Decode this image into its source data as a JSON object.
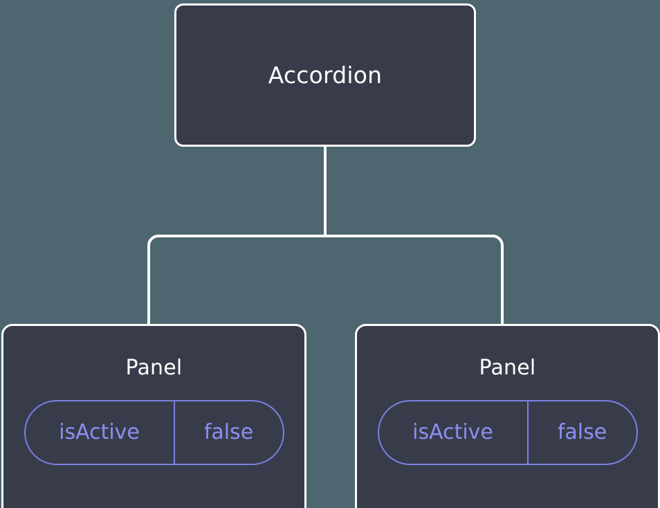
{
  "diagram": {
    "type": "component-tree",
    "background_color": "#4d666f",
    "node_fill_color": "#383c4a",
    "node_border_color": "#ffffff",
    "edge_color": "#ffffff",
    "accent_color": "#8b8ff2",
    "title_color": "#ffffff",
    "root": {
      "label": "Accordion"
    },
    "children": [
      {
        "label": "Panel",
        "props": [
          {
            "key": "isActive",
            "value": "false"
          }
        ]
      },
      {
        "label": "Panel",
        "props": [
          {
            "key": "isActive",
            "value": "false"
          }
        ]
      }
    ]
  }
}
